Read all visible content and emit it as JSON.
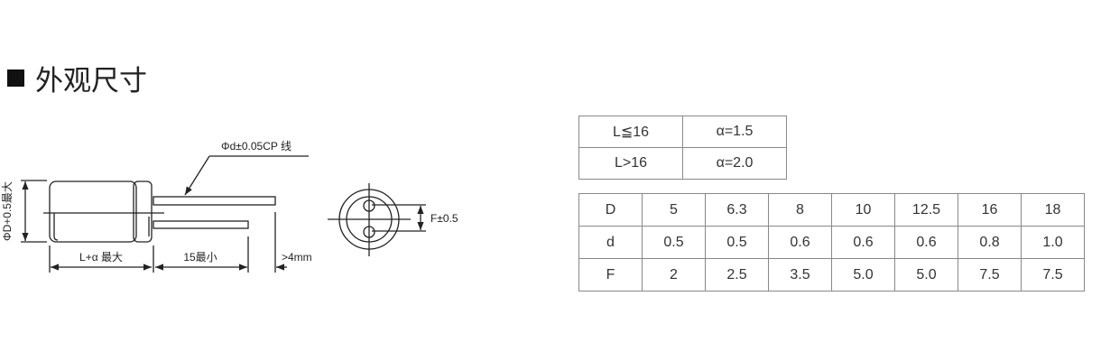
{
  "title": "外观尺寸",
  "diagram": {
    "lead_label": "Φd±0.05CP 线",
    "diameter_label": "ΦD+0.5最大",
    "length_label": "L+α 最大",
    "lead_length_label": "15最小",
    "offset_label": ">4mm",
    "pitch_label": "F±0.5"
  },
  "alpha_table": [
    [
      "L≦16",
      "α=1.5"
    ],
    [
      "L>16",
      "α=2.0"
    ]
  ],
  "dim_table": [
    [
      "D",
      "5",
      "6.3",
      "8",
      "10",
      "12.5",
      "16",
      "18"
    ],
    [
      "d",
      "0.5",
      "0.5",
      "0.6",
      "0.6",
      "0.6",
      "0.8",
      "1.0"
    ],
    [
      "F",
      "2",
      "2.5",
      "3.5",
      "5.0",
      "5.0",
      "7.5",
      "7.5"
    ]
  ]
}
